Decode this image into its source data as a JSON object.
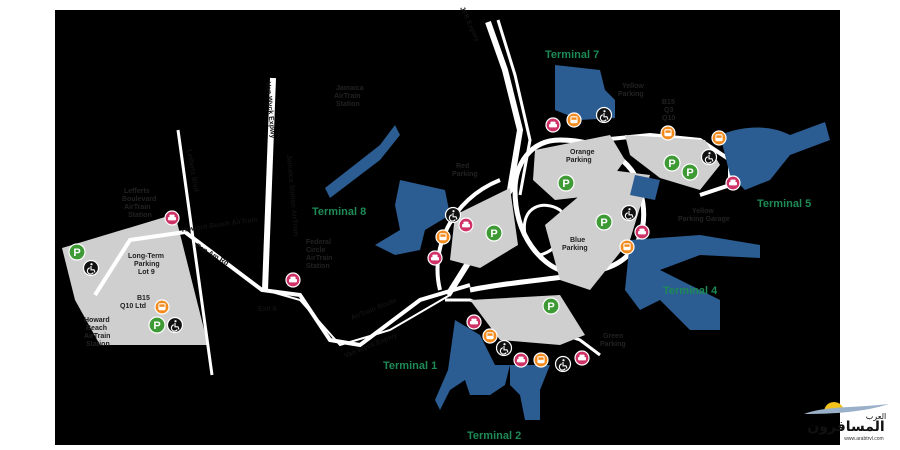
{
  "terminals": {
    "t1": "Terminal 1",
    "t2": "Terminal 2",
    "t4": "Terminal 4",
    "t5": "Terminal 5",
    "t7": "Terminal 7",
    "t8": "Terminal 8"
  },
  "parking": {
    "orange": [
      "Orange",
      "Parking"
    ],
    "blue": [
      "Blue",
      "Parking"
    ],
    "red": [
      "Red",
      "Parking"
    ],
    "yellow": [
      "Yellow",
      "Parking"
    ],
    "yellow_garage": [
      "Yellow",
      "Parking Garage"
    ],
    "green": [
      "Green",
      "Parking"
    ],
    "long_term": [
      "Long-Term",
      "Parking",
      "Lot 9"
    ]
  },
  "stations": {
    "jamaica": [
      "Jamaica",
      "AirTrain",
      "Station"
    ],
    "federal_circle": [
      "Federal",
      "Circle",
      "AirTrain",
      "Station"
    ],
    "lefferts": [
      "Lefferts",
      "Boulevard",
      "AirTrain",
      "Station"
    ],
    "howard_beach": [
      "Howard",
      "Beach",
      "AirTrain",
      "Station"
    ]
  },
  "roads": {
    "jfk_expwy": "JFK Expwy",
    "van_wyck_top": "Van Wyck Expwy",
    "jamaica_station_airtrain": "Jamaica Station AirTrain",
    "lefferts_blvd": "Lefferts Blvd",
    "howard_beach_airtrain": "Howard Beach AirTrain",
    "pan_am_rd": "Pan Am Rd",
    "exit_6": "Exit 6",
    "airtrain_route": "AirTrain Route",
    "van_wyck_bottom": "Van Wyck Expwy"
  },
  "bus_stops": {
    "q3": [
      "B15",
      "Q3",
      "Q10"
    ],
    "q10_ltd": [
      "B15",
      "Q10 Ltd"
    ]
  },
  "colors": {
    "terminal": "#2b5c92",
    "lot": "#cfcfcf",
    "road": "#ffffff",
    "background": "#000000",
    "parking_icon": "#3e9a35",
    "rental_icon": "#cf3266",
    "bus_icon": "#f28a1d",
    "terminal_label": "#1e8a55"
  },
  "watermark": {
    "arabic_small": "العرب",
    "arabic_big": "المسافرون",
    "url": "www.arabtrvl.com"
  }
}
